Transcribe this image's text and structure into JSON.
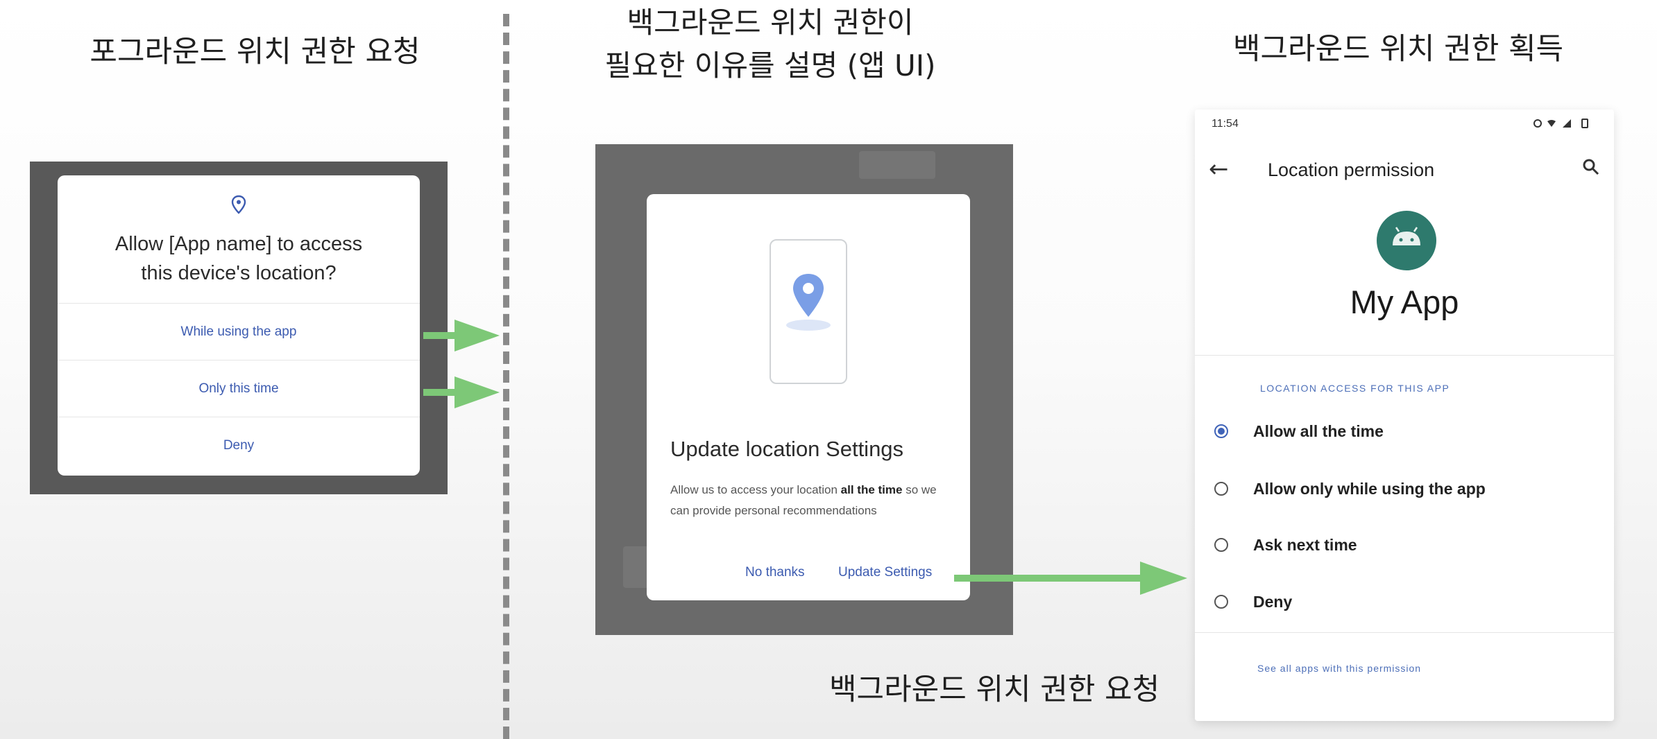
{
  "captions": {
    "foreground": "포그라운드 위치 권한 요청",
    "explain_line1": "백그라운드 위치 권한이",
    "explain_line2": "필요한 이유를 설명  (앱 UI)",
    "granted": "백그라운드 위치 권한 획득",
    "background_request": "백그라운드 위치 권한 요청"
  },
  "dialog1": {
    "title_line1": "Allow [App name] to access",
    "title_line2": "this device's location?",
    "options": [
      "While using the app",
      "Only this time",
      "Deny"
    ]
  },
  "dialog2": {
    "title": "Update location Settings",
    "body_pre": "Allow us to access your location ",
    "body_bold": "all the time",
    "body_post": " so we can provide personal recommendations",
    "no_thanks": "No thanks",
    "update": "Update  Settings"
  },
  "settings": {
    "time": "11:54",
    "title": "Location permission",
    "app_name": "My App",
    "section_label": "LOCATION ACCESS FOR THIS APP",
    "options": [
      "Allow all the time",
      "Allow only while using the app",
      "Ask next time",
      "Deny"
    ],
    "selected_index": 0,
    "see_all": "See all apps with this permission"
  },
  "colors": {
    "arrow": "#7dc877",
    "accent": "#3f63b8",
    "android_bg": "#2e7a6d"
  }
}
